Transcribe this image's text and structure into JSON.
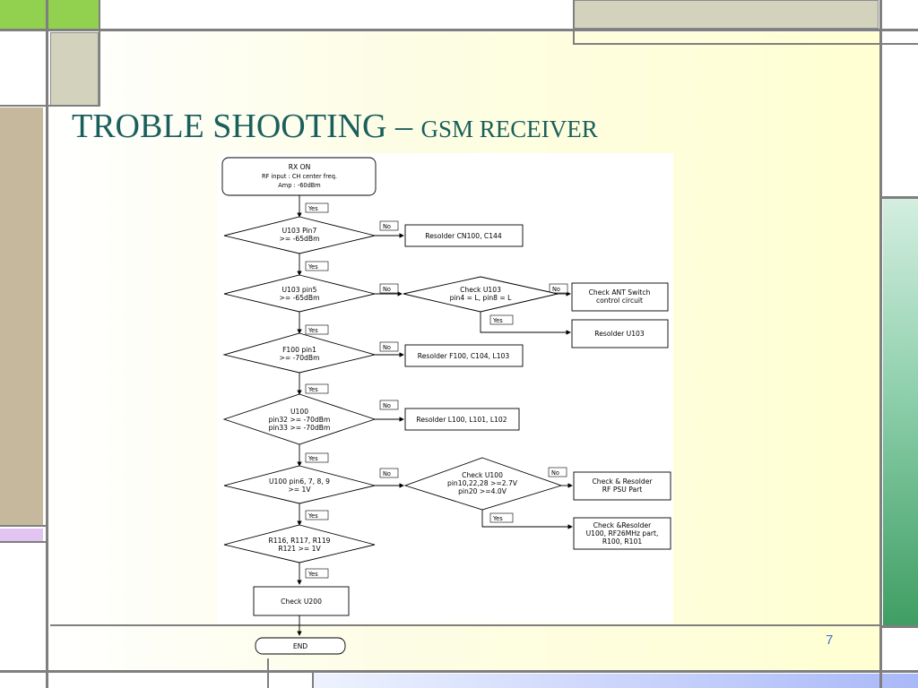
{
  "slide": {
    "title_main": "TROBLE SHOOTING – ",
    "title_sub": "GSM RECEIVER",
    "page_number": "7"
  },
  "flowchart": {
    "start": {
      "title": "RX ON",
      "line1": "RF input : CH center freq.",
      "line2": "Amp : -60dBm"
    },
    "decisions": {
      "d1": {
        "line1": "U103 Pin7",
        "line2": ">= -65dBm"
      },
      "d2": {
        "line1": "U103 pin5",
        "line2": ">= -65dBm"
      },
      "d2b": {
        "line1": "Check U103",
        "line2": "pin4 = L, pin8 = L"
      },
      "d3": {
        "line1": "F100 pin1",
        "line2": ">= -70dBm"
      },
      "d4": {
        "line1": "U100",
        "line2": "pin32 >= -70dBm",
        "line3": "pin33 >= -70dBm"
      },
      "d5": {
        "line1": "U100 pin6, 7, 8, 9",
        "line2": ">= 1V"
      },
      "d5b": {
        "line1": "Check U100",
        "line2": "pin10,22,28 >=2.7V",
        "line3": "pin20 >=4.0V"
      },
      "d6": {
        "line1": "R116, R117, R119",
        "line2": "R121 >= 1V"
      }
    },
    "actions": {
      "a1": "Resolder CN100, C144",
      "a2_line1": "Check ANT Switch",
      "a2_line2": "control circuit",
      "a3": "Resolder U103",
      "a4": "Resolder F100, C104, L103",
      "a5": "Resolder L100, L101, L102",
      "a6_line1": "Check & Resolder",
      "a6_line2": "RF PSU Part",
      "a7_line1": "Check &Resolder",
      "a7_line2": "U100, RF26MHz part,",
      "a7_line3": "R100, R101",
      "a8": "Check U200",
      "end": "END"
    },
    "labels": {
      "yes": "Yes",
      "no": "No"
    }
  }
}
